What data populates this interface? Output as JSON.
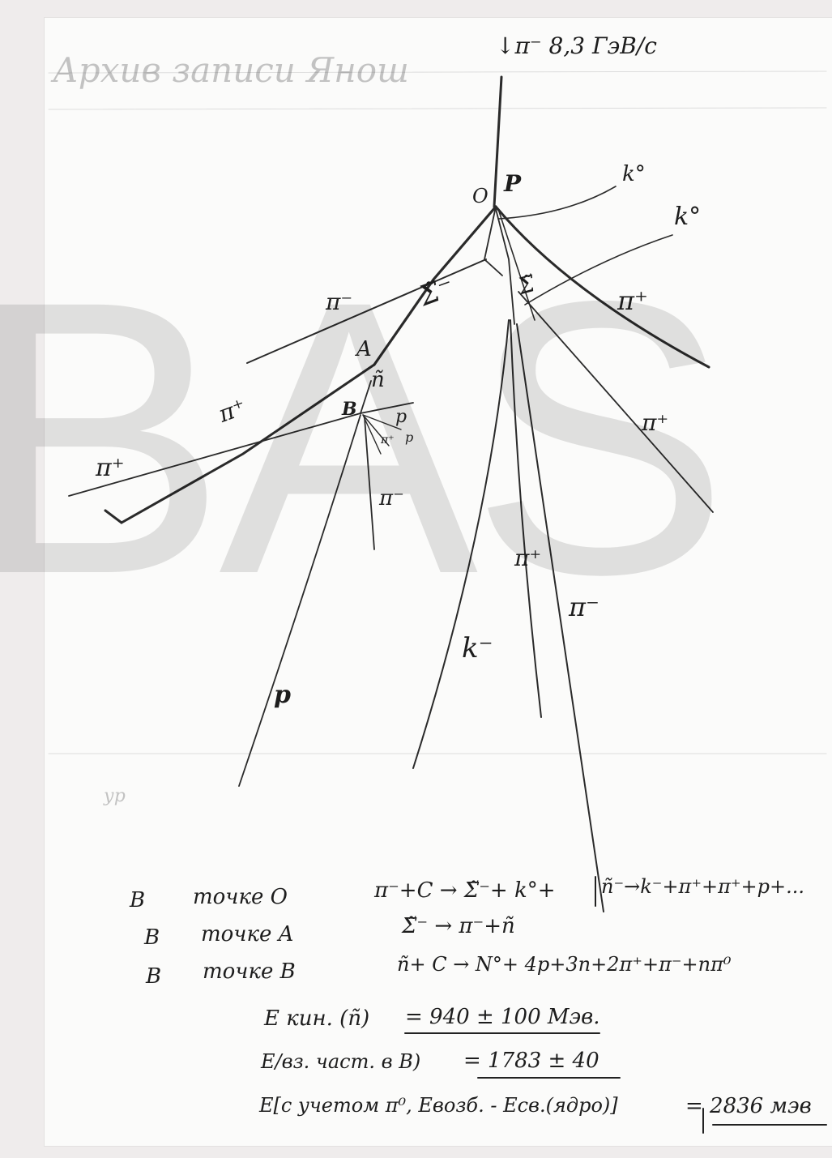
{
  "header": {
    "faded_title": "Архив записи Янош",
    "beam": "↓π⁻ 8,3 ГэВ/с"
  },
  "vertices": {
    "o": "O",
    "p": "P",
    "a": "A",
    "b": "B"
  },
  "tracks": {
    "k0_upper": "k°",
    "k0_lower": "k°",
    "pi_minus_left": "π⁻",
    "sigma": "Σ̃⁻",
    "pi_plus_right": "π⁺",
    "sigma_cross": "Σ̃",
    "pi_plus_far": "π⁺",
    "n_tilde": "ñ",
    "pi_plus_a": "π⁺",
    "pi_plus_b": "π⁺",
    "p_b": "p",
    "pi_plus_small": "π⁺",
    "p_small": "p",
    "pi_minus_b": "π⁻",
    "pi_plus_mid": "π⁺",
    "pi_minus_mid": "π⁻",
    "k_minus": "k⁻",
    "p_bottom": "p"
  },
  "notes": {
    "side_label": "ур",
    "rows": [
      {
        "col1": "В",
        "col2": "точке O",
        "col3": "π⁻+C → Σ̃⁻+ k°+",
        "col4": "ñ⁻→k⁻+π⁺+π⁺+p+..."
      },
      {
        "col1": "В",
        "col2": "точке A",
        "col3": "Σ̃⁻ → π⁻+ñ"
      },
      {
        "col1": "В",
        "col2": "точке B",
        "col3": "ñ+ C → N°+ 4p+3n+2π⁺+π⁻+nπ⁰"
      }
    ],
    "energy_lines": [
      {
        "label": "E кин. (ñ)",
        "value": "= 940 ± 100 Мэв."
      },
      {
        "label": "E/вз. част. в В)",
        "value": "= 1783 ± 40"
      },
      {
        "label": "E[с учетом π⁰, Eвозб. - Eсв.(ядро)]",
        "value": "= 2836 мэв"
      }
    ]
  }
}
